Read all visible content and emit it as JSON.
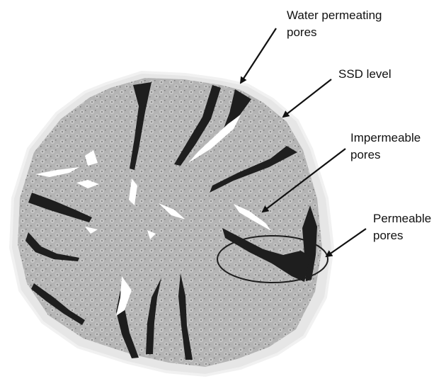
{
  "labels": {
    "water_permeating_pores": [
      "Water permeating",
      "pores"
    ],
    "ssd_level": "SSD level",
    "impermeable_pores": [
      "Impermeable",
      "pores"
    ],
    "permeable_pores": [
      "Permeable",
      "pores"
    ]
  },
  "colors": {
    "particle_fill": "#b4b4b4",
    "particle_texture": "#8c8c8c",
    "dark_pores": "#1e1e1e",
    "light_pores": "#ffffff",
    "ssd_halo": "#e6e6e6",
    "arrows": "#111111"
  }
}
